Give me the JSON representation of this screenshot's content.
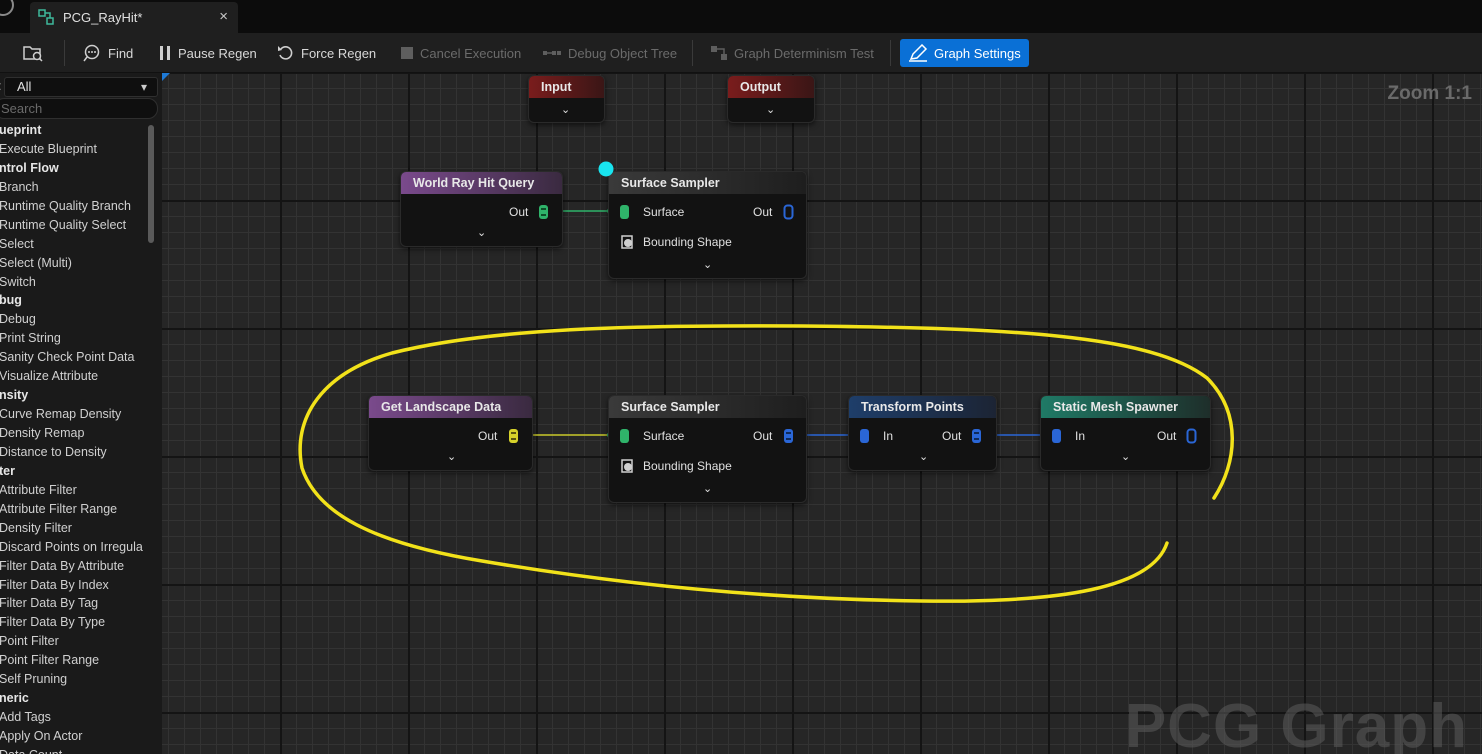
{
  "window": {
    "tab_title": "PCG_RayHit*",
    "close_glyph": "×"
  },
  "toolbar": {
    "find": "Find",
    "pause_regen": "Pause Regen",
    "force_regen": "Force Regen",
    "cancel_execution": "Cancel Execution",
    "debug_object_tree": "Debug Object Tree",
    "graph_determinism_test": "Graph Determinism Test",
    "graph_settings": "Graph Settings",
    "accent_color": "#0a70d6"
  },
  "palette": {
    "filter_prefix": ":",
    "filter_value": "All",
    "search_placeholder": "Search",
    "items": [
      {
        "label": "ueprint",
        "category": true
      },
      {
        "label": "Execute Blueprint",
        "category": false
      },
      {
        "label": "ntrol Flow",
        "category": true
      },
      {
        "label": "Branch",
        "category": false
      },
      {
        "label": "Runtime Quality Branch",
        "category": false
      },
      {
        "label": "Runtime Quality Select",
        "category": false
      },
      {
        "label": "Select",
        "category": false
      },
      {
        "label": "Select (Multi)",
        "category": false
      },
      {
        "label": "Switch",
        "category": false
      },
      {
        "label": "bug",
        "category": true
      },
      {
        "label": "Debug",
        "category": false
      },
      {
        "label": "Print String",
        "category": false
      },
      {
        "label": "Sanity Check Point Data",
        "category": false
      },
      {
        "label": "Visualize Attribute",
        "category": false
      },
      {
        "label": "nsity",
        "category": true
      },
      {
        "label": "Curve Remap Density",
        "category": false
      },
      {
        "label": "Density Remap",
        "category": false
      },
      {
        "label": "Distance to Density",
        "category": false
      },
      {
        "label": "ter",
        "category": true
      },
      {
        "label": "Attribute Filter",
        "category": false
      },
      {
        "label": "Attribute Filter Range",
        "category": false
      },
      {
        "label": "Density Filter",
        "category": false
      },
      {
        "label": "Discard Points on Irregula",
        "category": false
      },
      {
        "label": "Filter Data By Attribute",
        "category": false
      },
      {
        "label": "Filter Data By Index",
        "category": false
      },
      {
        "label": "Filter Data By Tag",
        "category": false
      },
      {
        "label": "Filter Data By Type",
        "category": false
      },
      {
        "label": "Point Filter",
        "category": false
      },
      {
        "label": "Point Filter Range",
        "category": false
      },
      {
        "label": "Self Pruning",
        "category": false
      },
      {
        "label": "neric",
        "category": true
      },
      {
        "label": "Add Tags",
        "category": false
      },
      {
        "label": "Apply On Actor",
        "category": false
      },
      {
        "label": "Data Count",
        "category": false
      }
    ]
  },
  "graph": {
    "zoom": "Zoom 1:1",
    "watermark": "PCG Graph",
    "annotation_color": "#f2e21a",
    "nodes": {
      "input": {
        "title": "Input"
      },
      "output": {
        "title": "Output"
      },
      "world_ray_hit_query": {
        "title": "World Ray Hit Query",
        "out": "Out"
      },
      "surface_sampler_top": {
        "title": "Surface Sampler",
        "in_surface": "Surface",
        "out": "Out",
        "in_bounding": "Bounding Shape"
      },
      "get_landscape_data": {
        "title": "Get Landscape Data",
        "out": "Out"
      },
      "surface_sampler_bottom": {
        "title": "Surface Sampler",
        "in_surface": "Surface",
        "out": "Out",
        "in_bounding": "Bounding Shape"
      },
      "transform_points": {
        "title": "Transform Points",
        "in": "In",
        "out": "Out"
      },
      "static_mesh_spawner": {
        "title": "Static Mesh Spawner",
        "in": "In",
        "out": "Out"
      }
    }
  }
}
